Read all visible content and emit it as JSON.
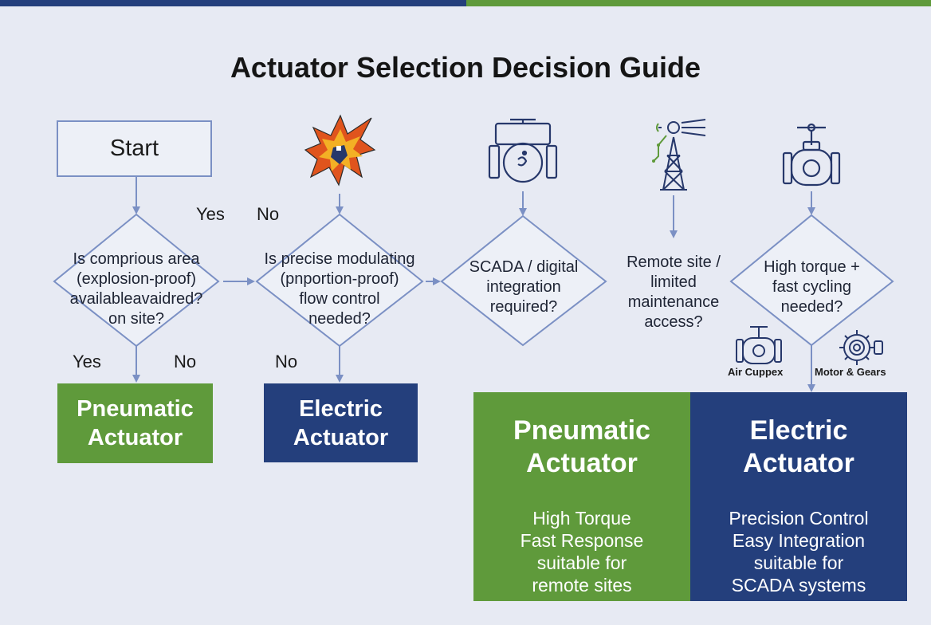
{
  "title": "Actuator Selection Decision Guide",
  "start_label": "Start",
  "questions": {
    "q1": [
      "Is comprious area",
      "(explosion-proof)",
      "availableavaidred?",
      "on site?"
    ],
    "q2": [
      "Is precise modulating",
      "(pnportion-proof)",
      "flow control",
      "needed?"
    ],
    "q3": [
      "SCADA / digital",
      "integration",
      "required?"
    ],
    "q4": [
      "Remote site /",
      "limited",
      "maintenance",
      "access?"
    ],
    "q5": [
      "High torque +",
      "fast cycling",
      "needed?"
    ]
  },
  "branch_labels": {
    "top_yes": "Yes",
    "top_no": "No",
    "q1_yes": "Yes",
    "q1_no": "No",
    "q2_no": "No"
  },
  "results": {
    "pneumatic_small": [
      "Pneumatic",
      "Actuator"
    ],
    "electric_small": [
      "Electric",
      "Actuator"
    ],
    "pneumatic_big": {
      "title": [
        "Pneumatic",
        "Actuator"
      ],
      "features": [
        "High Torque",
        "Fast Response",
        "suitable for",
        "remote sites"
      ]
    },
    "electric_big": {
      "title": [
        "Electric",
        "Actuator"
      ],
      "features": [
        "Precision Control",
        "Easy Integration",
        "suitable for",
        "SCADA systems"
      ]
    }
  },
  "icon_captions": {
    "air": "Air Cuppex",
    "motor": "Motor & Gears"
  },
  "icons": [
    "explosion-icon",
    "valve-scada-icon",
    "radio-tower-icon",
    "valve-icon",
    "air-valve-icon",
    "motor-gear-icon"
  ],
  "colors": {
    "green": "#5f9a3b",
    "navy": "#243f7c",
    "connector": "#7b90c4",
    "background": "#e7eaf3"
  }
}
